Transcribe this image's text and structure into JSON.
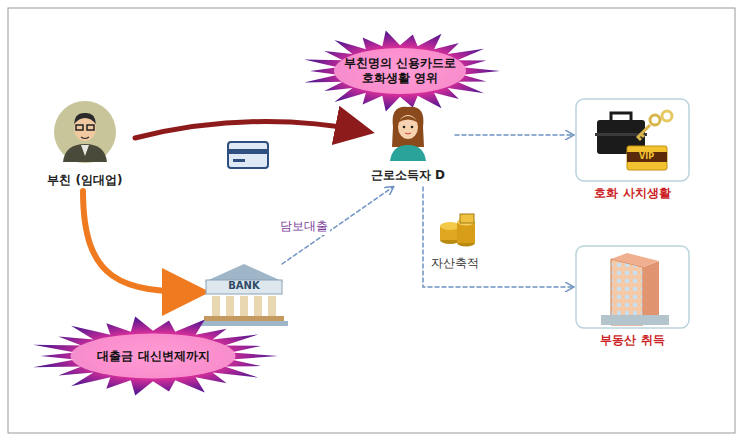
{
  "diagram": {
    "nodes": [
      {
        "text": [
          "부친 (임대업)"
        ]
      },
      {
        "text": [
          "부친명의 신용카드로 호화생활 영위"
        ]
      },
      {
        "text": [
          "근로소득자 D"
        ]
      },
      {
        "text": [
          "호화 사치생활"
        ]
      },
      {
        "text": [
          "BANK"
        ]
      },
      {
        "text": [
          "부동산 취득"
        ]
      },
      {
        "text": [
          "대출금 대신변제까지"
        ]
      }
    ],
    "edges": [
      {
        "from": 0,
        "to": 2,
        "arrow": "to"
      },
      {
        "from": 0,
        "to": 4,
        "arrow": "to"
      },
      {
        "from": 4,
        "to": 2,
        "label": "담보대출",
        "arrow": "to"
      },
      {
        "from": 2,
        "to": 3,
        "arrow": "to"
      },
      {
        "from": 2,
        "to": 5,
        "label": "자산축적",
        "arrow": "to"
      }
    ],
    "labels": [
      "VIP"
    ]
  }
}
